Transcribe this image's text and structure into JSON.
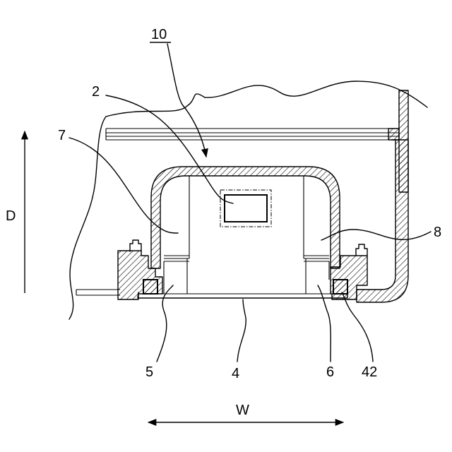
{
  "labels": {
    "assembly": "10",
    "cover": "2",
    "left_part": "7",
    "right_part": "8",
    "left_spacer": "5",
    "bottom_plate": "4",
    "right_spacer": "6",
    "seal": "42"
  },
  "axes": {
    "depth": "D",
    "width": "W"
  }
}
